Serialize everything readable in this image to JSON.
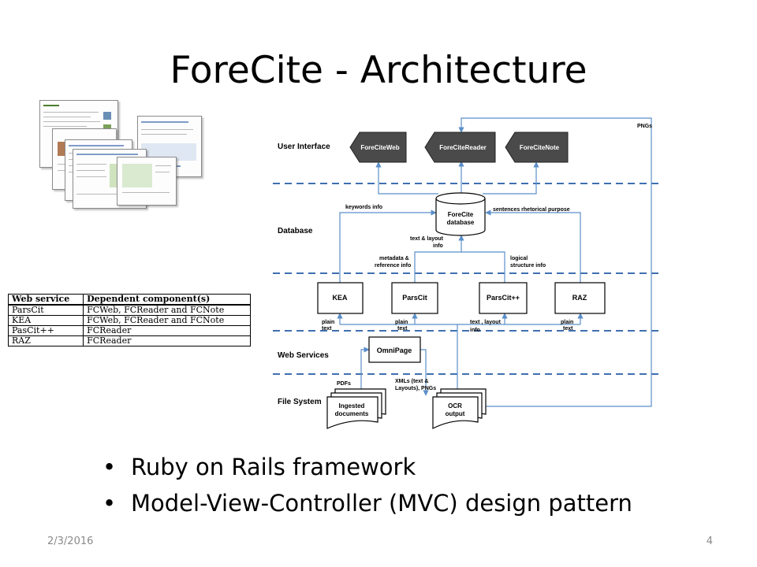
{
  "slide": {
    "title": "ForeCite - Architecture",
    "date": "2/3/2016",
    "page_number": "4",
    "bullets": [
      "Ruby on Rails framework",
      "Model-View-Controller (MVC) design pattern"
    ]
  },
  "table": {
    "headers": [
      "Web service",
      "Dependent component(s)"
    ],
    "rows": [
      [
        "ParsCit",
        "FCWeb, FCReader and FCNote"
      ],
      [
        "KEA",
        "FCWeb, FCReader and FCNote"
      ],
      [
        "PasCit++",
        "FCReader"
      ],
      [
        "RAZ",
        "FCReader"
      ]
    ]
  },
  "diagram": {
    "layers": {
      "ui": "User Interface",
      "database": "Database",
      "web_services": "Web Services",
      "file_system": "File System"
    },
    "ui_apps": {
      "web": "ForeCiteWeb",
      "reader": "ForeCiteReader",
      "note": "ForeCiteNote"
    },
    "database_label": [
      "ForeCite",
      "database"
    ],
    "services": {
      "kea": "KEA",
      "parscit": "ParsCit",
      "parscitpp": "ParsCit++",
      "raz": "RAZ",
      "omnipage": "OmniPage"
    },
    "storage": {
      "ingested": [
        "Ingested",
        "documents"
      ],
      "ocr": [
        "OCR",
        "output"
      ]
    },
    "edge_labels": {
      "pngs": "PNGs",
      "keywords": "keywords info",
      "sentences": "sentences rhetorical purpose",
      "text_layout": [
        "text & layout",
        "info"
      ],
      "metadata": [
        "metadata &",
        "reference info"
      ],
      "logical": [
        "logical",
        "structure info"
      ],
      "kea_in": [
        "plain",
        "text"
      ],
      "parscit_in": [
        "plain",
        "text"
      ],
      "parscitpp_in": [
        "text , layout",
        "info"
      ],
      "raz_in": [
        "plain",
        "text"
      ],
      "pdfs": "PDFs",
      "xmls": [
        "XMLs (text &",
        "Layouts), PNGs"
      ]
    },
    "colors": {
      "arrow": "#5b8fc9",
      "divider": "#3f6fb0",
      "ui_box": "#4a4a4a"
    }
  }
}
